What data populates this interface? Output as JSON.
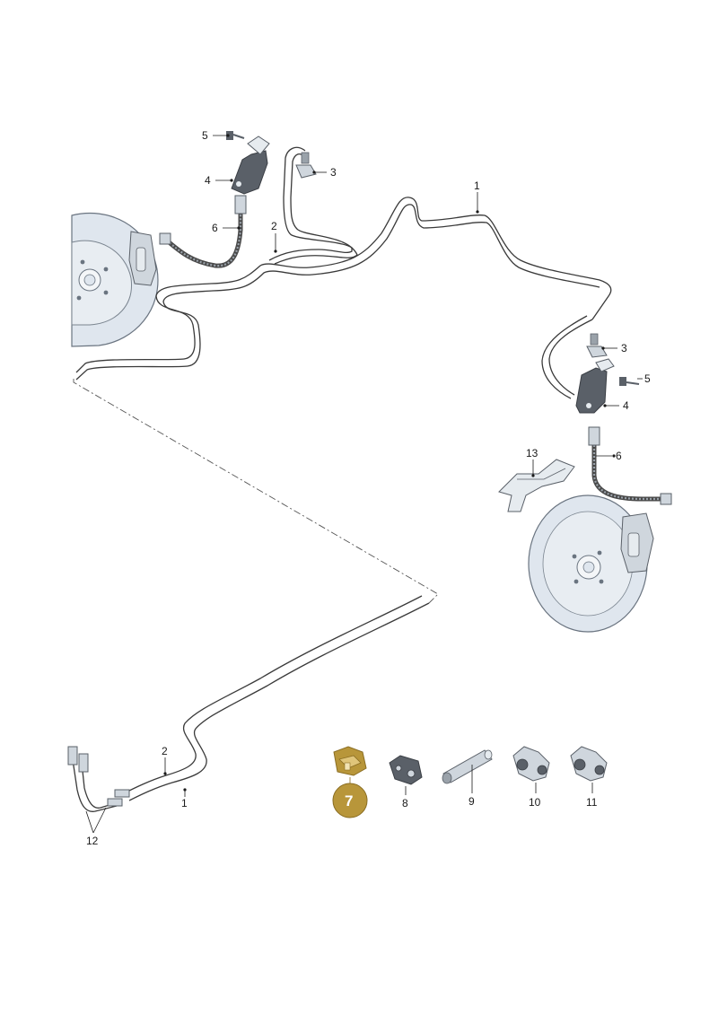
{
  "colors": {
    "line": "#3a3a3a",
    "disc_fill": "#dfe6ee",
    "disc_stroke": "#6a7480",
    "part_fill": "#cfd6dd",
    "part_dark": "#5a6068",
    "highlight_fill": "#b8963a",
    "highlight_stroke": "#8a6d22",
    "hose": "#4a4a4a"
  },
  "callouts": {
    "c1_top": "1",
    "c2_top": "2",
    "c3_left": "3",
    "c3_right": "3",
    "c4_left": "4",
    "c4_right": "4",
    "c5_left": "5",
    "c5_right": "5",
    "c6_left": "6",
    "c6_right": "6",
    "c13": "13",
    "c2_bottom": "2",
    "c1_bottom": "1",
    "c12": "12"
  },
  "parts_row": {
    "p7": "7",
    "p8": "8",
    "p9": "9",
    "p10": "10",
    "p11": "11"
  }
}
